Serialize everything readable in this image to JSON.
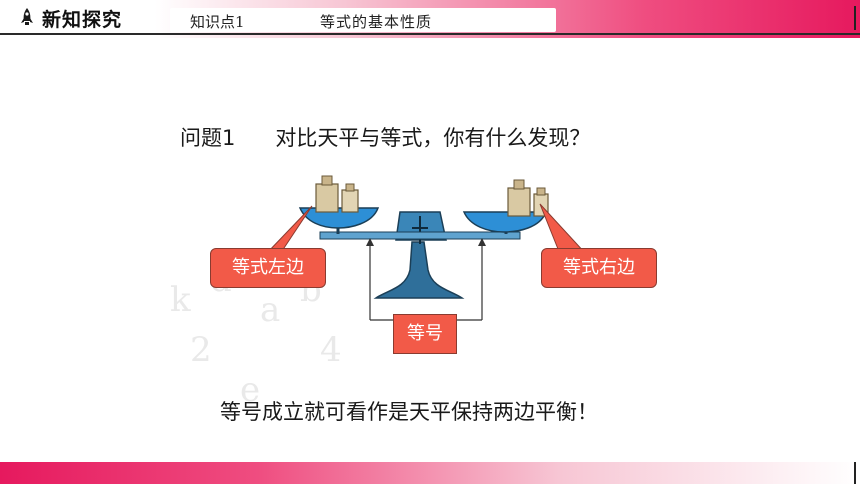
{
  "header": {
    "section_title": "新知探究",
    "topic_label": "知识点1",
    "topic_title": "等式的基本性质"
  },
  "question": {
    "number": "问题1",
    "text": "对比天平与等式，你有什么发现？"
  },
  "labels": {
    "left": "等式左边",
    "right": "等式右边",
    "equal_sign": "等号"
  },
  "conclusion": "等号成立就可看作是天平保持两边平衡！",
  "colors": {
    "accent": "#e6195e",
    "label_fill": "#f25a48",
    "pan_blue": "#2d8fd6"
  }
}
